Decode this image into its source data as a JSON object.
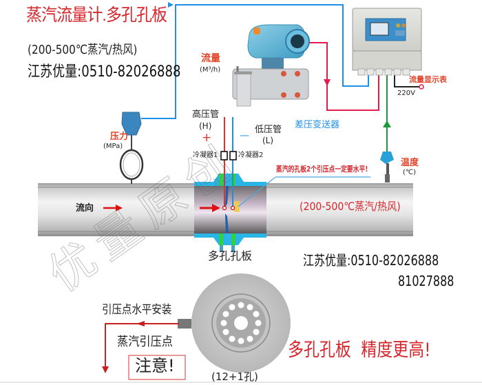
{
  "header": {
    "title": "蒸汽流量计.多孔孔板",
    "subtitle": "(200-500℃蒸汽/热风)",
    "contact": "江苏优量:0510-82026888"
  },
  "components": {
    "dp_transmitter": {
      "flow_label": "流量",
      "flow_unit": "(M³/h)",
      "high_pipe": "高压管",
      "high_code": "(H)",
      "high_sign": "+",
      "low_pipe": "低压管",
      "low_code": "(L)",
      "low_sign": "—",
      "name": "差压变送器",
      "condenser1": "冷凝器1",
      "condenser2": "冷凝器2"
    },
    "display_meter": {
      "name": "流量显示表",
      "power": "220V"
    },
    "pressure_sensor": {
      "name": "压力",
      "unit": "(MPa)"
    },
    "temperature_sensor": {
      "name": "温度",
      "unit": "(℃)"
    },
    "orifice": {
      "name": "多孔孔板",
      "note": "蒸汽的孔板2个引压点一定要水平!"
    }
  },
  "pipe": {
    "flow_direction": "流向",
    "medium": "(200-500℃蒸汽/热风)"
  },
  "contact_block": {
    "line1": "江苏优量:0510-82026888",
    "line2": "81027888"
  },
  "plate_detail": {
    "install_note": "引压点水平安装",
    "tap_label": "蒸汽引压点",
    "attention": "注意!",
    "holes": "(12+1孔)",
    "slogan": "多孔孔板  精度更高!"
  },
  "watermark": "优量原创",
  "colors": {
    "accent_red": "#d7262c",
    "signal_blue": "#1e8fe6",
    "signal_red": "#e5194b",
    "signal_green": "#1a9a3a",
    "orange_label": "#e2442a"
  }
}
